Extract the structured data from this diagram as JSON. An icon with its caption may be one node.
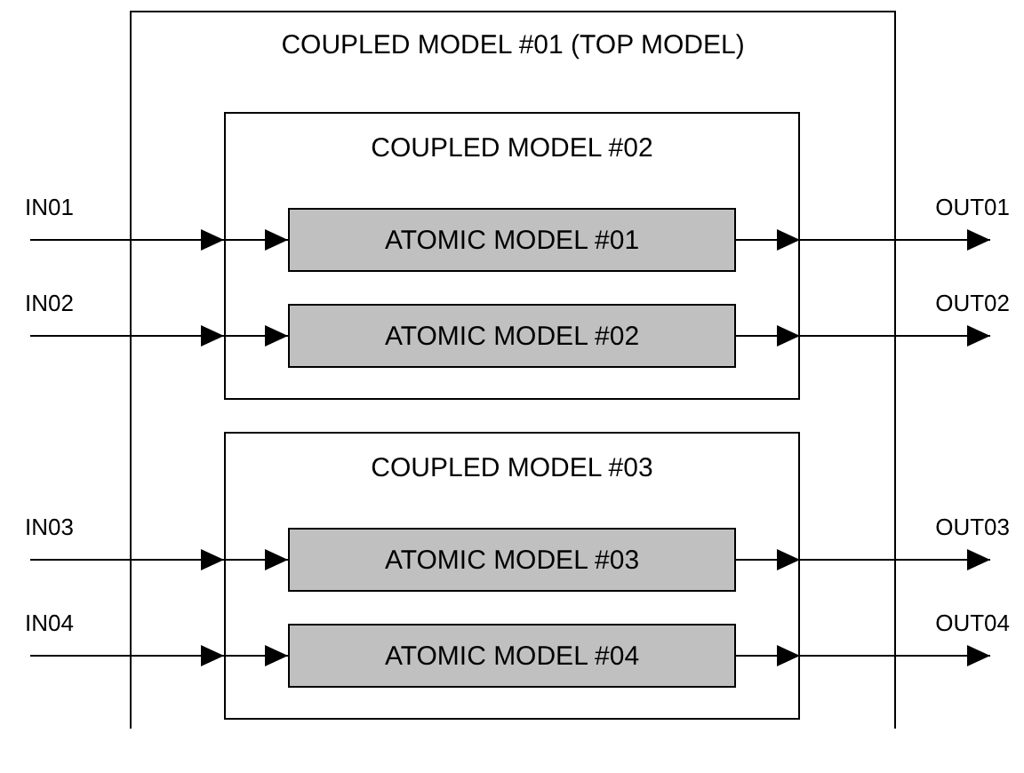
{
  "diagram": {
    "nodes": [
      {
        "text": [
          "COUPLED MODEL #01 (TOP MODEL)"
        ]
      },
      {
        "text": [
          "COUPLED MODEL #02"
        ],
        "in": 0
      },
      {
        "text": [
          "ATOMIC MODEL #01"
        ],
        "in": 1
      },
      {
        "text": [
          "ATOMIC MODEL #02"
        ],
        "in": 1
      },
      {
        "text": [
          "COUPLED MODEL #03"
        ],
        "in": 0
      },
      {
        "text": [
          "ATOMIC MODEL #03"
        ],
        "in": 4
      },
      {
        "text": [
          "ATOMIC MODEL #04"
        ],
        "in": 4
      }
    ],
    "edges": [
      {
        "from": null,
        "to": 1,
        "arrow": "to",
        "label": "IN01"
      },
      {
        "from": 1,
        "to": 2,
        "arrow": "to"
      },
      {
        "from": 2,
        "to": 1,
        "arrow": "to"
      },
      {
        "from": 1,
        "to": null,
        "arrow": "to",
        "label": "OUT01"
      },
      {
        "from": null,
        "to": 1,
        "arrow": "to",
        "label": "IN02"
      },
      {
        "from": 1,
        "to": 3,
        "arrow": "to"
      },
      {
        "from": 3,
        "to": 1,
        "arrow": "to"
      },
      {
        "from": 1,
        "to": null,
        "arrow": "to",
        "label": "OUT02"
      },
      {
        "from": null,
        "to": 4,
        "arrow": "to",
        "label": "IN03"
      },
      {
        "from": 4,
        "to": 5,
        "arrow": "to"
      },
      {
        "from": 5,
        "to": 4,
        "arrow": "to"
      },
      {
        "from": 4,
        "to": null,
        "arrow": "to",
        "label": "OUT03"
      },
      {
        "from": null,
        "to": 4,
        "arrow": "to",
        "label": "IN04"
      },
      {
        "from": 4,
        "to": 6,
        "arrow": "to"
      },
      {
        "from": 6,
        "to": 4,
        "arrow": "to"
      },
      {
        "from": 4,
        "to": null,
        "arrow": "to",
        "label": "OUT04"
      }
    ]
  }
}
